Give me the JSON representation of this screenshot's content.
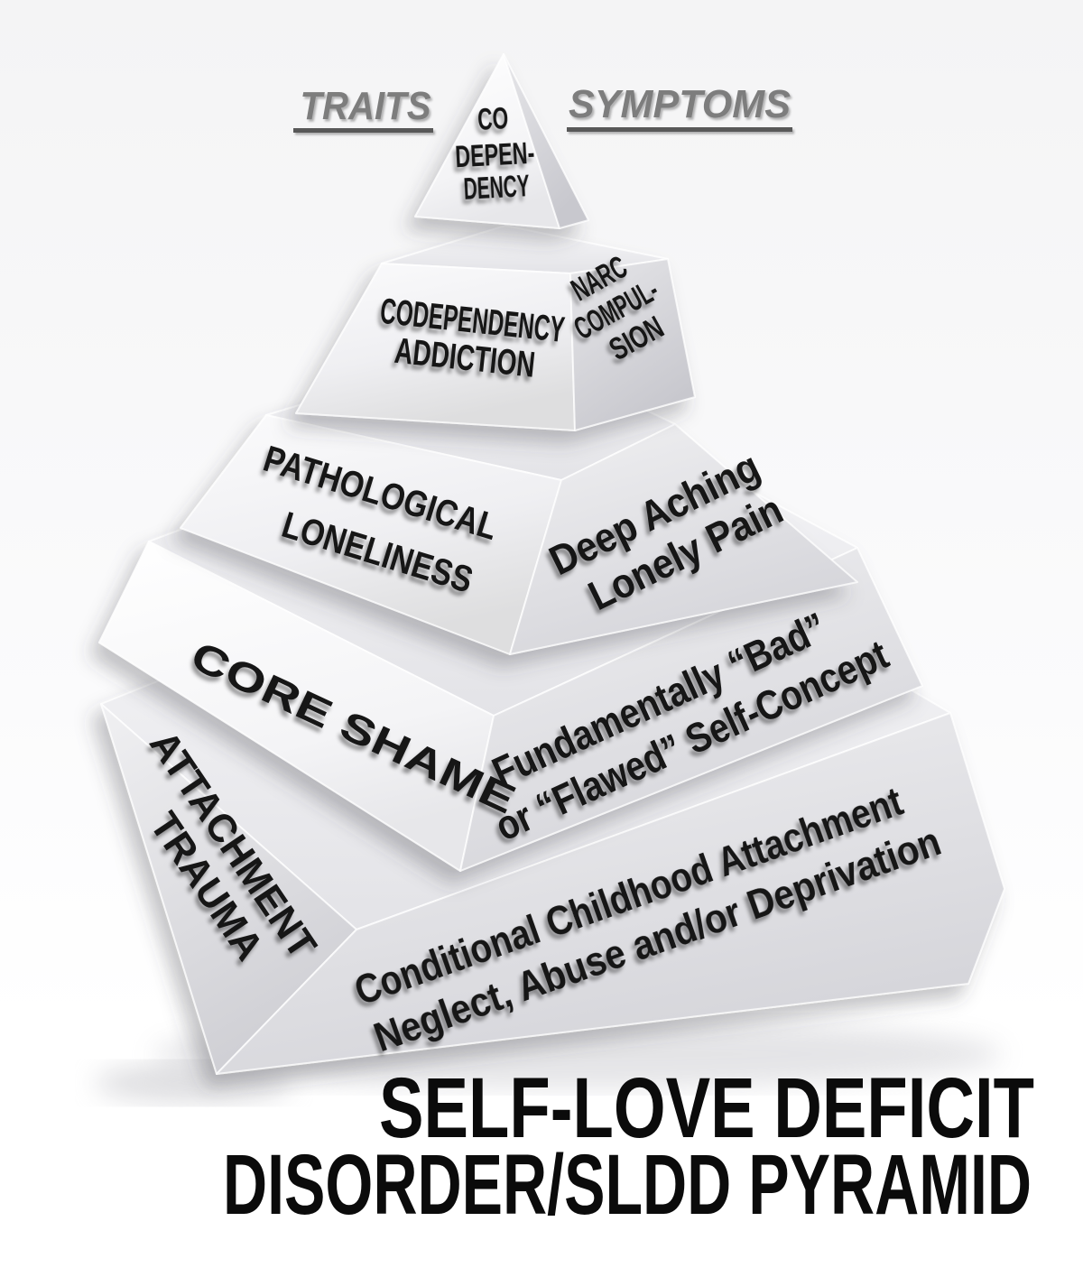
{
  "diagram": {
    "column_headers": {
      "left": "TRAITS",
      "right": "SYMPTOMS"
    },
    "levels": [
      {
        "id": "codependency",
        "traits": [
          "CO",
          "DEPEN-",
          "DENCY"
        ],
        "symptoms": []
      },
      {
        "id": "codependency-addiction",
        "traits": [
          "CODEPENDENCY",
          "ADDICTION"
        ],
        "symptoms": [
          "NARC",
          "COMPUL-",
          "SION"
        ]
      },
      {
        "id": "pathological-loneliness",
        "traits": [
          "PATHOLOGICAL",
          "LONELINESS"
        ],
        "symptoms": [
          "Deep Aching",
          "Lonely Pain"
        ]
      },
      {
        "id": "core-shame",
        "traits": [
          "CORE SHAME"
        ],
        "symptoms": [
          "Fundamentally “Bad”",
          "or “Flawed” Self-Concept"
        ]
      },
      {
        "id": "attachment-trauma",
        "traits": [
          "ATTACHMENT",
          "TRAUMA"
        ],
        "symptoms": [
          "Conditional Childhood Attachment",
          "Neglect, Abuse and/or Deprivation"
        ]
      }
    ],
    "title": {
      "line1": "SELF-LOVE DEFICIT",
      "line2": "DISORDER/SLDD PYRAMID"
    },
    "colors": {
      "text": "#161616",
      "header_text": "#7d7d7d",
      "underline": "#585858",
      "face_highlight": "#fafafb",
      "face_shadow": "#cfcfd4",
      "background": "#ffffff"
    }
  }
}
